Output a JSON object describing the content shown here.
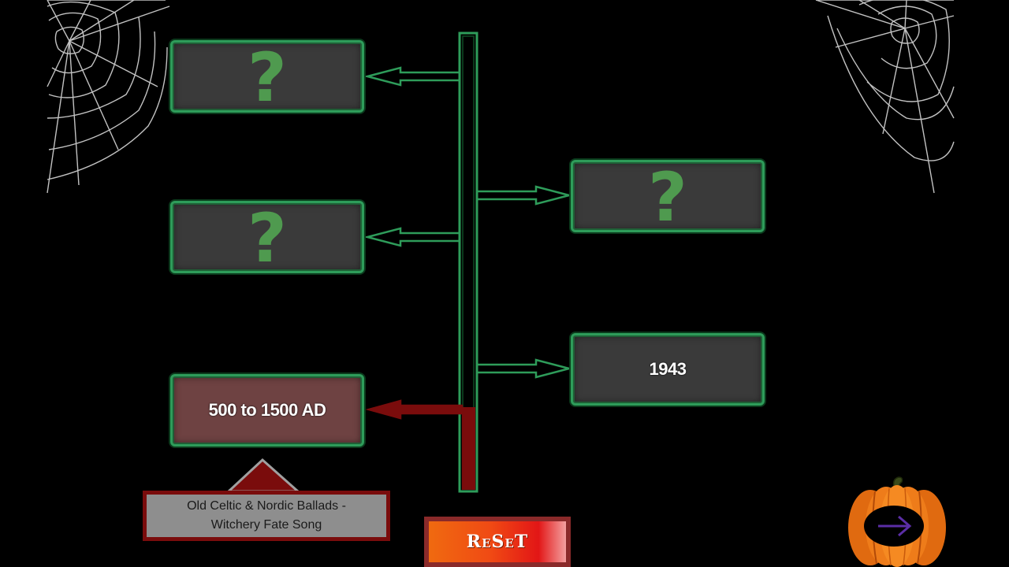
{
  "timeline": {
    "left_slots": [
      {
        "label": "?",
        "state": "unknown"
      },
      {
        "label": "?",
        "state": "unknown"
      },
      {
        "label": "500 to 1500 AD",
        "state": "active"
      }
    ],
    "right_slots": [
      {
        "label": "?",
        "state": "unknown"
      },
      {
        "label": "1943",
        "state": "revealed"
      }
    ]
  },
  "caption": {
    "line1": "Old Celtic & Nordic Ballads -",
    "line2": "Witchery Fate Song"
  },
  "controls": {
    "reset_label": "ReSeT",
    "next_icon": "arrow-right-icon"
  },
  "colors": {
    "background": "#000000",
    "timeline_green": "#2e9c5a",
    "question_mark": "#4f9a4f",
    "active_red": "#7a0c0c",
    "next_arrow": "#5b2ea6"
  }
}
